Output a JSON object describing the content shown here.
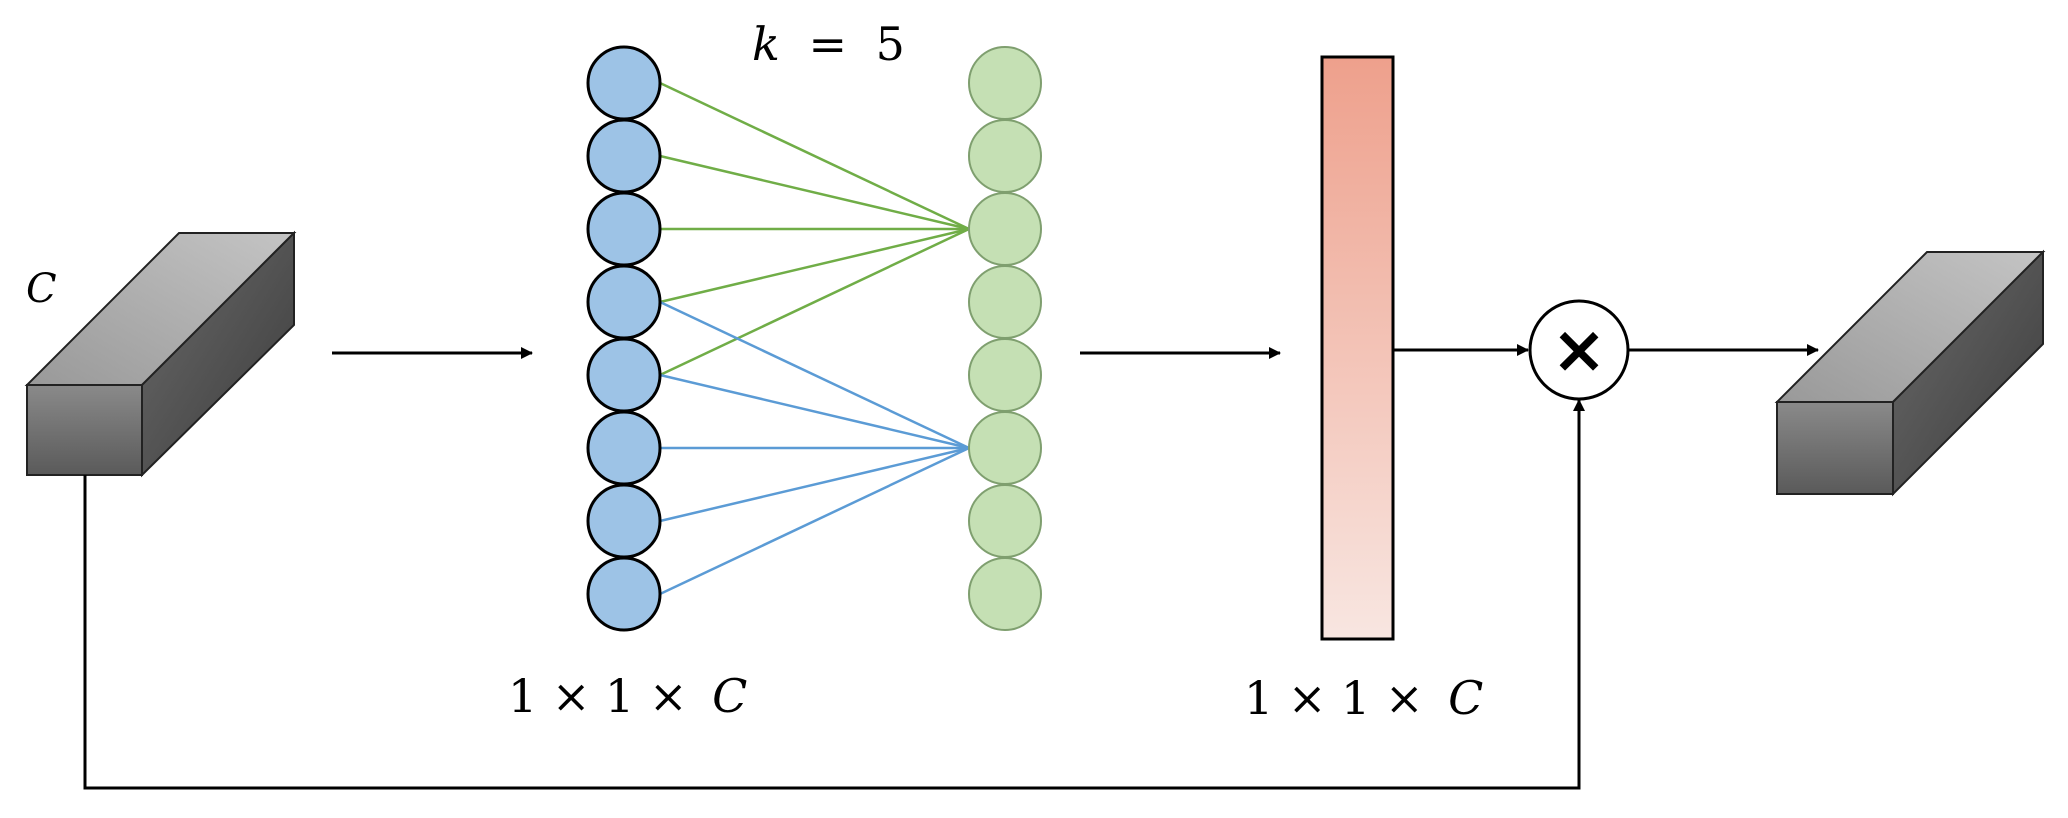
{
  "labels": {
    "channel_label": "C",
    "kernel_label": {
      "var": "k",
      "op": "=",
      "value": "5"
    },
    "dim_label_left": {
      "part1": "1 × 1 ×",
      "var": "C"
    },
    "dim_label_right": {
      "part1": "1 × 1 ×",
      "var": "C"
    }
  },
  "nodes": {
    "input_count": 8,
    "output_count": 8,
    "kernel_size": 5
  },
  "colors": {
    "input_node_fill": "#9dc3e6",
    "output_node_fill": "#c5e0b4",
    "green_connection": "#70ad47",
    "blue_connection": "#5b9bd5",
    "weight_bar_top": "#eea08c",
    "weight_bar_bottom": "#f8e6e1",
    "weight_bar_border": "#000000",
    "tensor_front": "#6f6f6f",
    "tensor_top": "#b3b3b3",
    "tensor_side": "#4d4d4d",
    "arrow": "#000000"
  },
  "operator_symbol": "×"
}
